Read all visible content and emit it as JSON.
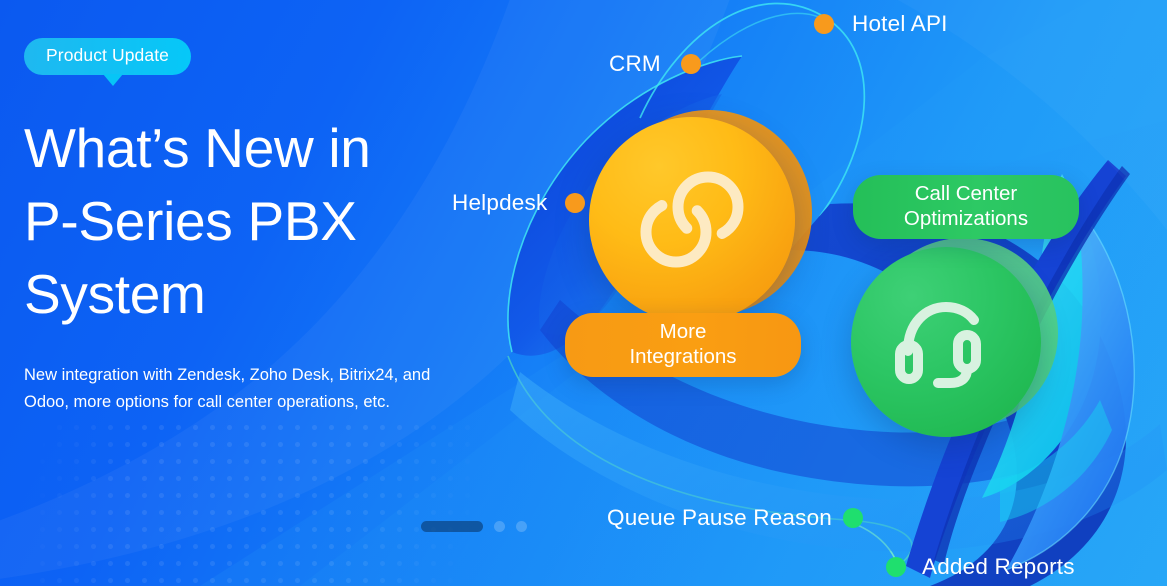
{
  "badge": {
    "label": "Product Update"
  },
  "headline": {
    "text": "What’s New in\nP-Series PBX\nSystem"
  },
  "subtitle": {
    "text": "New integration with Zendesk, Zoho Desk, Bitrix24, and\nOdoo, more options for call center operations, etc."
  },
  "feature_pills": [
    {
      "id": "more-integrations",
      "label": "More\nIntegrations",
      "color": "#f89a14",
      "icon": "chain-link-icon"
    },
    {
      "id": "call-center-optimizations",
      "label": "Call Center\nOptimizations",
      "color": "#2bc762",
      "icon": "headset-icon"
    }
  ],
  "nodes": [
    {
      "id": "hotel-api",
      "label": "Hotel API",
      "dot_color": "#f89a1c",
      "dot_side": "left"
    },
    {
      "id": "crm",
      "label": "CRM",
      "dot_color": "#f89a1c",
      "dot_side": "right"
    },
    {
      "id": "helpdesk",
      "label": "Helpdesk",
      "dot_color": "#f89a1c",
      "dot_side": "right"
    },
    {
      "id": "queue-pause-reason",
      "label": "Queue Pause Reason",
      "dot_color": "#1fdf6e",
      "dot_side": "right"
    },
    {
      "id": "added-reports",
      "label": "Added Reports",
      "dot_color": "#1fdf6e",
      "dot_side": "left"
    }
  ],
  "carousel": {
    "slides": 3,
    "active_index": 0
  },
  "colors": {
    "bg_start": "#0b59f0",
    "bg_end": "#2aadf7",
    "badge": "#05c8f8",
    "orange": "#f89a14",
    "green": "#2bc762",
    "orbit_cyan": "#39e6f0"
  }
}
